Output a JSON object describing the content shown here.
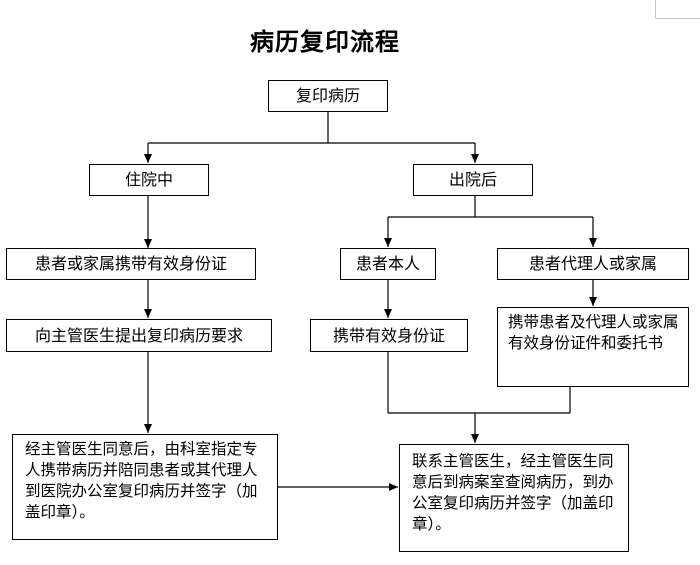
{
  "title": "病历复印流程",
  "nodes": {
    "start": "复印病历",
    "inpatient": "住院中",
    "discharged": "出院后",
    "inpatient_step1": "患者或家属携带有效身份证",
    "inpatient_step2": "向主管医生提出复印病历要求",
    "inpatient_step3": "经主管医生同意后，由科室指定专人携带病历并陪同患者或其代理人到医院办公室复印病历并签字（加盖印章）。",
    "patient_self": "患者本人",
    "patient_agent": "患者代理人或家属",
    "self_id": "携带有效身份证",
    "agent_docs": "携带患者及代理人或家属有效身份证件和委托书",
    "final_step": "联系主管医生，经主管医生同意后到病案室查阅病历，到办公室复印病历并签字（加盖印章）。"
  }
}
